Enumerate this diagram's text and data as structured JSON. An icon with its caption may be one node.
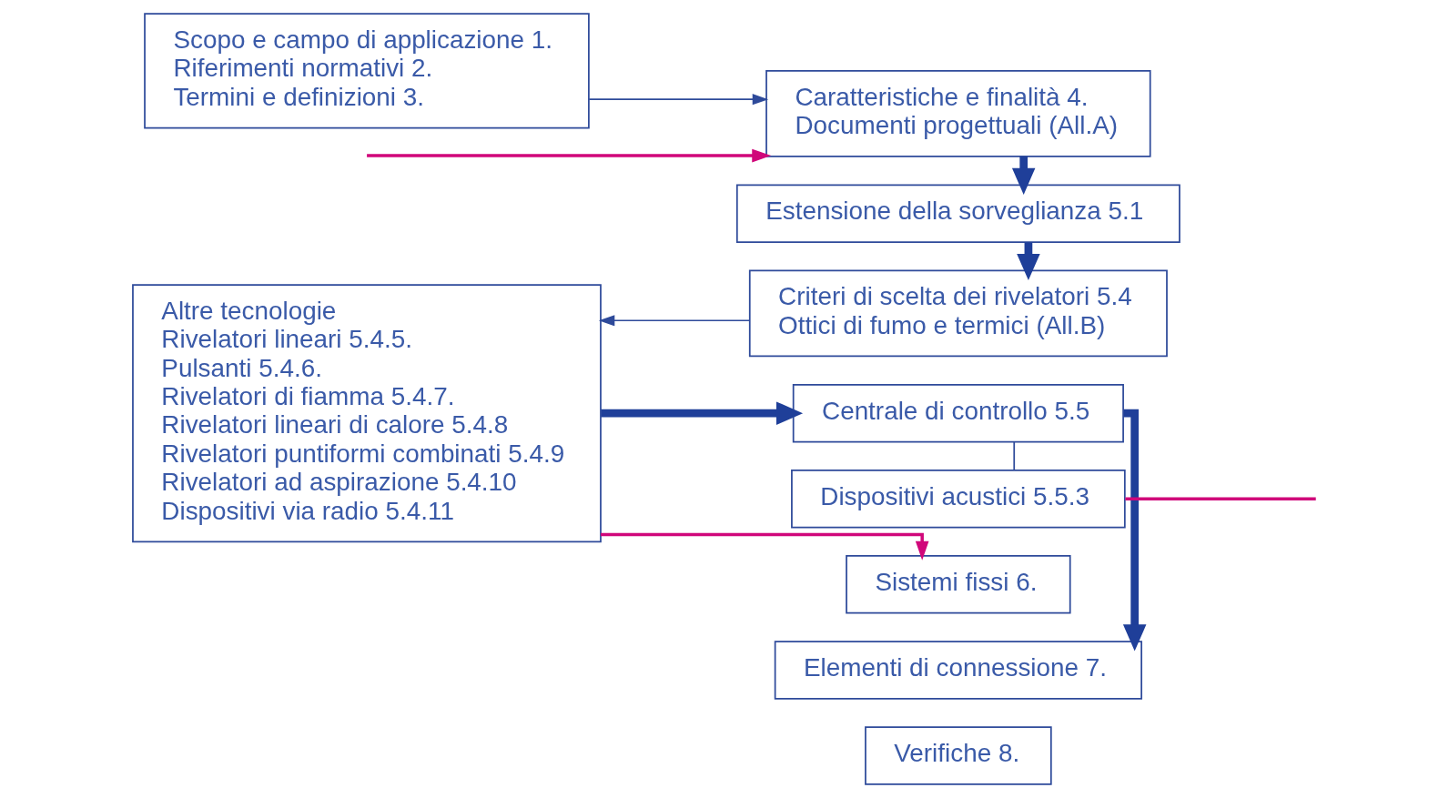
{
  "diagram": {
    "nodes": [
      {
        "text": [
          "Scopo e campo di applicazione 1.",
          "Riferimenti normativi 2.",
          "Termini e definizioni 3."
        ]
      },
      {
        "text": [
          "Caratteristiche e finalità 4.",
          "Documenti progettuali (All.A)"
        ]
      },
      {
        "text": [
          "Estensione della sorveglianza 5.1"
        ]
      },
      {
        "text": [
          "Criteri di scelta dei rivelatori 5.4",
          "Ottici di fumo e termici (All.B)"
        ]
      },
      {
        "text": [
          "Altre tecnologie",
          "Rivelatori lineari 5.4.5.",
          "Pulsanti 5.4.6.",
          "Rivelatori di fiamma 5.4.7.",
          "Rivelatori lineari di calore 5.4.8",
          "Rivelatori puntiformi combinati 5.4.9",
          "Rivelatori ad aspirazione 5.4.10",
          "Dispositivi via radio 5.4.11"
        ]
      },
      {
        "text": [
          "Centrale di controllo 5.5"
        ]
      },
      {
        "text": [
          "Dispositivi acustici 5.5.3"
        ]
      },
      {
        "text": [
          "Sistemi fissi 6."
        ]
      },
      {
        "text": [
          "Elementi di connessione 7."
        ]
      },
      {
        "text": [
          "Verifiche 8."
        ]
      }
    ],
    "edges": [
      {
        "from": 0,
        "to": 1,
        "arrow": "to"
      },
      {
        "from": 1,
        "to": 2,
        "arrow": "to",
        "style": "thick"
      },
      {
        "from": 2,
        "to": 3,
        "arrow": "to",
        "style": "thick"
      },
      {
        "from": 3,
        "to": 4,
        "arrow": "to"
      },
      {
        "from": 4,
        "to": 7,
        "arrow": "to",
        "color": "#d0077a"
      },
      {
        "from": 4,
        "to": 5,
        "arrow": "to",
        "style": "thick"
      },
      {
        "from": 5,
        "to": 6,
        "arrow": "none"
      },
      {
        "from": 5,
        "to": 8,
        "arrow": "to",
        "style": "thick"
      },
      {
        "from": 6,
        "to": null,
        "arrow": "none",
        "color": "#d0077a"
      },
      {
        "from": null,
        "to": 1,
        "arrow": "to",
        "color": "#d0077a"
      }
    ]
  }
}
